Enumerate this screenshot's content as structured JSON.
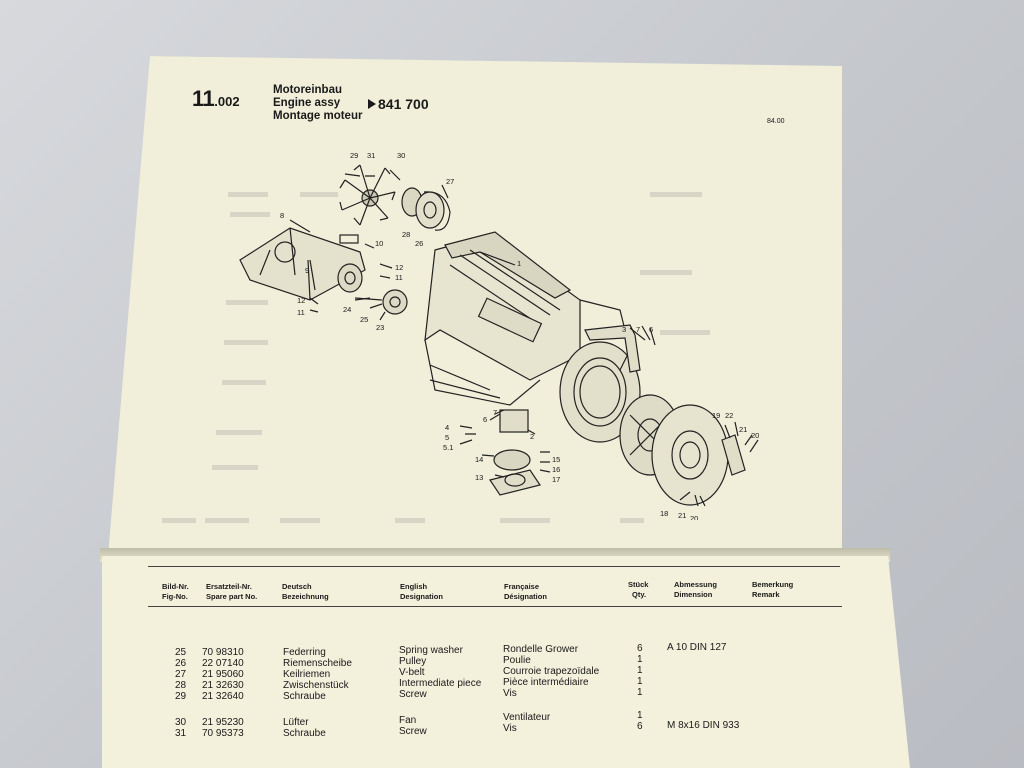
{
  "header": {
    "section_main": "11",
    "section_sub": ".002",
    "title_de": "Motoreinbau",
    "title_en": "Engine assy",
    "title_fr": "Montage moteur",
    "ref_number": "841 700",
    "date": "84.00"
  },
  "callouts": [
    "29",
    "31",
    "30",
    "27",
    "8",
    "10",
    "1",
    "12",
    "11",
    "9",
    "28",
    "26",
    "24",
    "25",
    "23",
    "12",
    "11",
    "3",
    "7",
    "6",
    "4",
    "5",
    "5.1",
    "6",
    "7",
    "2",
    "14",
    "13",
    "15",
    "16",
    "17",
    "19",
    "22",
    "21",
    "20",
    "18",
    "21",
    "20"
  ],
  "columns": {
    "fig_de": "Bild-Nr.",
    "fig_en": "Fig-No.",
    "part_de": "Ersatzteil-Nr.",
    "part_en": "Spare part No.",
    "deutsch_a": "Deutsch",
    "deutsch_b": "Bezeichnung",
    "english_a": "English",
    "english_b": "Designation",
    "francaise_a": "Française",
    "francaise_b": "Désignation",
    "qty_a": "Stück",
    "qty_b": "Qty.",
    "dim_a": "Abmessung",
    "dim_b": "Dimension",
    "remark_a": "Bemerkung",
    "remark_b": "Remark"
  },
  "rows": [
    {
      "fig": "25",
      "part": "70 98310",
      "de": "Federring",
      "en": "Spring washer",
      "fr": "Rondelle Grower",
      "qty": "6",
      "dim": "A 10 DIN 127"
    },
    {
      "fig": "26",
      "part": "22 07140",
      "de": "Riemenscheibe",
      "en": "Pulley",
      "fr": "Poulie",
      "qty": "1",
      "dim": ""
    },
    {
      "fig": "27",
      "part": "21 95060",
      "de": "Keilriemen",
      "en": "V-belt",
      "fr": "Courroie trapezoïdale",
      "qty": "1",
      "dim": ""
    },
    {
      "fig": "28",
      "part": "21 32630",
      "de": "Zwischenstück",
      "en": "Intermediate piece",
      "fr": "Pièce intermédiaire",
      "qty": "1",
      "dim": ""
    },
    {
      "fig": "29",
      "part": "21 32640",
      "de": "Schraube",
      "en": "Screw",
      "fr": "Vis",
      "qty": "1",
      "dim": ""
    },
    {
      "fig": "30",
      "part": "21 95230",
      "de": "Lüfter",
      "en": "Fan",
      "fr": "Ventilateur",
      "qty": "1",
      "dim": ""
    },
    {
      "fig": "31",
      "part": "70 95373",
      "de": "Schraube",
      "en": "Screw",
      "fr": "Vis",
      "qty": "6",
      "dim": "M 8x16 DIN 933"
    }
  ]
}
